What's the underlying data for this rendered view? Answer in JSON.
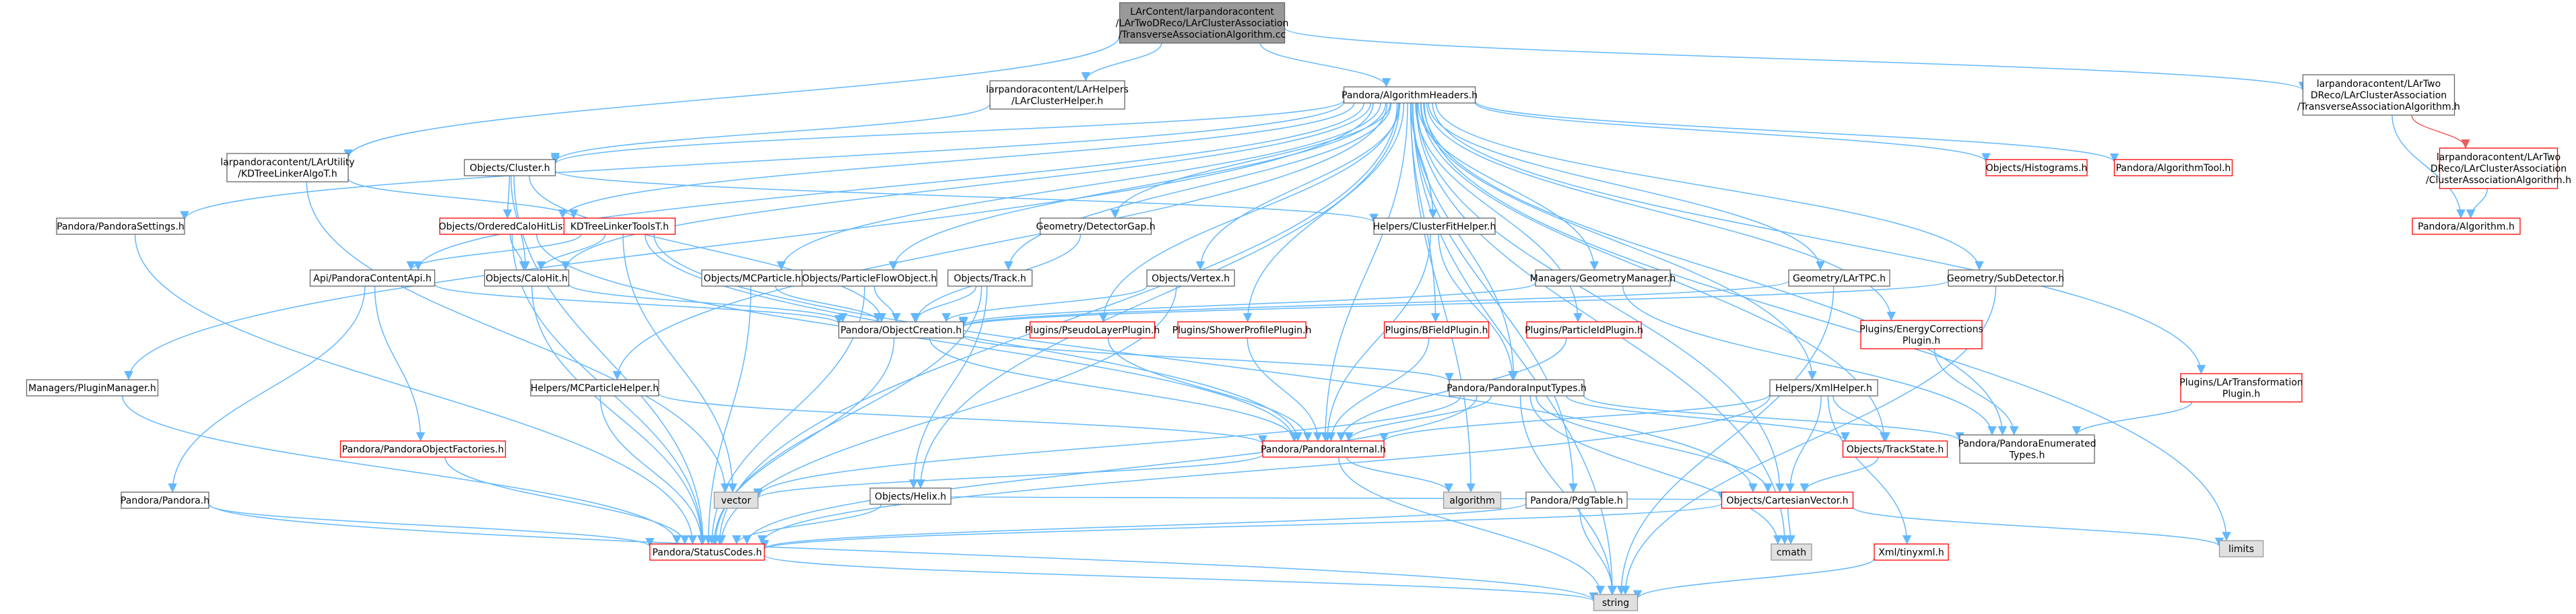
{
  "graph": {
    "colors": {
      "edge": "#63B8FF",
      "edge_red": "#E95F5F",
      "normal_border": "#666666",
      "normal_fill": "#FFFFFF",
      "red_border": "#FF0000",
      "red_fill": "#FFFFFF",
      "root_fill": "#999999",
      "root_border": "#666666",
      "system_fill": "#E0E0E0",
      "system_border": "#999999"
    },
    "nodes": [
      {
        "id": "root",
        "style": "root",
        "lines": [
          "LArContent/larpandoracontent",
          "/LArTwoDReco/LArClusterAssociation",
          "/TransverseAssociationAlgorithm.cc"
        ]
      },
      {
        "id": "lar_cluster_helper",
        "style": "normal",
        "lines": [
          "larpandoracontent/LArHelpers",
          "/LArClusterHelper.h"
        ]
      },
      {
        "id": "algorithm_headers",
        "style": "normal",
        "lines": [
          "Pandora/AlgorithmHeaders.h"
        ]
      },
      {
        "id": "transverse_h",
        "style": "normal",
        "lines": [
          "larpandoracontent/LArTwo",
          "DReco/LArClusterAssociation",
          "/TransverseAssociationAlgorithm.h"
        ]
      },
      {
        "id": "cluster_assoc_h",
        "style": "red",
        "lines": [
          "larpandoracontent/LArTwo",
          "DReco/LArClusterAssociation",
          "/ClusterAssociationAlgorithm.h"
        ]
      },
      {
        "id": "pandora_algorithm_h",
        "style": "red",
        "lines": [
          "Pandora/Algorithm.h"
        ]
      },
      {
        "id": "kdtree_linker_algo",
        "style": "normal",
        "lines": [
          "larpandoracontent/LArUtility",
          "/KDTreeLinkerAlgoT.h"
        ]
      },
      {
        "id": "objects_cluster",
        "style": "normal",
        "lines": [
          "Objects/Cluster.h"
        ]
      },
      {
        "id": "pandora_settings",
        "style": "normal",
        "lines": [
          "Pandora/PandoraSettings.h"
        ]
      },
      {
        "id": "ordered_calo_hit_list",
        "style": "red",
        "lines": [
          "Objects/OrderedCaloHitList.h"
        ]
      },
      {
        "id": "kdtree_linker_tools",
        "style": "red",
        "lines": [
          "KDTreeLinkerToolsT.h"
        ]
      },
      {
        "id": "objects_mcparticle",
        "style": "normal",
        "lines": [
          "Objects/MCParticle.h"
        ]
      },
      {
        "id": "objects_pfo",
        "style": "normal",
        "lines": [
          "Objects/ParticleFlowObject.h"
        ]
      },
      {
        "id": "objects_track",
        "style": "normal",
        "lines": [
          "Objects/Track.h"
        ]
      },
      {
        "id": "geometry_detector_gap",
        "style": "normal",
        "lines": [
          "Geometry/DetectorGap.h"
        ]
      },
      {
        "id": "objects_vertex",
        "style": "normal",
        "lines": [
          "Objects/Vertex.h"
        ]
      },
      {
        "id": "helpers_cluster_fit",
        "style": "normal",
        "lines": [
          "Helpers/ClusterFitHelper.h"
        ]
      },
      {
        "id": "managers_geometry",
        "style": "normal",
        "lines": [
          "Managers/GeometryManager.h"
        ]
      },
      {
        "id": "geometry_lartpc",
        "style": "normal",
        "lines": [
          "Geometry/LArTPC.h"
        ]
      },
      {
        "id": "geometry_subdetector",
        "style": "normal",
        "lines": [
          "Geometry/SubDetector.h"
        ]
      },
      {
        "id": "objects_histograms",
        "style": "red",
        "lines": [
          "Objects/Histograms.h"
        ]
      },
      {
        "id": "pandora_algorithm_tool",
        "style": "red",
        "lines": [
          "Pandora/AlgorithmTool.h"
        ]
      },
      {
        "id": "api_pandora_content",
        "style": "normal",
        "lines": [
          "Api/PandoraContentApi.h"
        ]
      },
      {
        "id": "objects_calo_hit",
        "style": "normal",
        "lines": [
          "Objects/CaloHit.h"
        ]
      },
      {
        "id": "pandora_object_creation",
        "style": "normal",
        "lines": [
          "Pandora/ObjectCreation.h"
        ]
      },
      {
        "id": "plugins_pseudo_layer",
        "style": "red",
        "lines": [
          "Plugins/PseudoLayerPlugin.h"
        ]
      },
      {
        "id": "plugins_shower_profile",
        "style": "red",
        "lines": [
          "Plugins/ShowerProfilePlugin.h"
        ]
      },
      {
        "id": "plugins_bfield",
        "style": "red",
        "lines": [
          "Plugins/BFieldPlugin.h"
        ]
      },
      {
        "id": "plugins_particle_id",
        "style": "red",
        "lines": [
          "Plugins/ParticleIdPlugin.h"
        ]
      },
      {
        "id": "plugins_energy_corrections",
        "style": "red",
        "lines": [
          "Plugins/EnergyCorrections",
          "Plugin.h"
        ]
      },
      {
        "id": "plugins_lar_transformation",
        "style": "red",
        "lines": [
          "Plugins/LArTransformation",
          "Plugin.h"
        ]
      },
      {
        "id": "managers_plugin",
        "style": "normal",
        "lines": [
          "Managers/PluginManager.h"
        ]
      },
      {
        "id": "helpers_mcparticle",
        "style": "normal",
        "lines": [
          "Helpers/MCParticleHelper.h"
        ]
      },
      {
        "id": "pandora_input_types",
        "style": "normal",
        "lines": [
          "Pandora/PandoraInputTypes.h"
        ]
      },
      {
        "id": "helpers_xml",
        "style": "normal",
        "lines": [
          "Helpers/XmlHelper.h"
        ]
      },
      {
        "id": "pandora_object_factories",
        "style": "red",
        "lines": [
          "Pandora/PandoraObjectFactories.h"
        ]
      },
      {
        "id": "pandora_internal",
        "style": "red",
        "lines": [
          "Pandora/PandoraInternal.h"
        ]
      },
      {
        "id": "objects_track_state",
        "style": "red",
        "lines": [
          "Objects/TrackState.h"
        ]
      },
      {
        "id": "pandora_enumerated_types",
        "style": "normal",
        "lines": [
          "Pandora/PandoraEnumerated",
          "Types.h"
        ]
      },
      {
        "id": "objects_helix",
        "style": "normal",
        "lines": [
          "Objects/Helix.h"
        ]
      },
      {
        "id": "vector",
        "style": "system",
        "lines": [
          "vector"
        ]
      },
      {
        "id": "algorithm",
        "style": "system",
        "lines": [
          "algorithm"
        ]
      },
      {
        "id": "objects_cartesian_vector",
        "style": "red",
        "lines": [
          "Objects/CartesianVector.h"
        ]
      },
      {
        "id": "pandora_pandora",
        "style": "normal",
        "lines": [
          "Pandora/Pandora.h"
        ]
      },
      {
        "id": "pandora_pdg_table",
        "style": "normal",
        "lines": [
          "Pandora/PdgTable.h"
        ]
      },
      {
        "id": "limits",
        "style": "system",
        "lines": [
          "limits"
        ]
      },
      {
        "id": "pandora_status_codes",
        "style": "red",
        "lines": [
          "Pandora/StatusCodes.h"
        ]
      },
      {
        "id": "cmath",
        "style": "system",
        "lines": [
          "cmath"
        ]
      },
      {
        "id": "xml_tinyxml",
        "style": "red",
        "lines": [
          "Xml/tinyxml.h"
        ]
      },
      {
        "id": "string",
        "style": "system",
        "lines": [
          "string"
        ]
      }
    ],
    "edges": [
      [
        "root",
        "lar_cluster_helper"
      ],
      [
        "root",
        "algorithm_headers"
      ],
      [
        "root",
        "transverse_h"
      ],
      [
        "root",
        "kdtree_linker_algo"
      ],
      [
        "lar_cluster_helper",
        "objects_cluster"
      ],
      [
        "transverse_h",
        "cluster_assoc_h"
      ],
      [
        "transverse_h",
        "pandora_algorithm_h"
      ],
      [
        "cluster_assoc_h",
        "pandora_algorithm_h"
      ],
      [
        "kdtree_linker_algo",
        "kdtree_linker_tools"
      ],
      [
        "kdtree_linker_algo",
        "vector"
      ],
      [
        "algorithm_headers",
        "managers_plugin"
      ],
      [
        "algorithm_headers",
        "pandora_settings"
      ],
      [
        "algorithm_headers",
        "objects_cluster"
      ],
      [
        "algorithm_headers",
        "ordered_calo_hit_list"
      ],
      [
        "algorithm_headers",
        "api_pandora_content"
      ],
      [
        "algorithm_headers",
        "objects_calo_hit"
      ],
      [
        "algorithm_headers",
        "helpers_mcparticle"
      ],
      [
        "algorithm_headers",
        "objects_mcparticle"
      ],
      [
        "algorithm_headers",
        "objects_pfo"
      ],
      [
        "algorithm_headers",
        "objects_track"
      ],
      [
        "algorithm_headers",
        "geometry_detector_gap"
      ],
      [
        "algorithm_headers",
        "objects_vertex"
      ],
      [
        "algorithm_headers",
        "helpers_cluster_fit"
      ],
      [
        "algorithm_headers",
        "plugins_pseudo_layer"
      ],
      [
        "algorithm_headers",
        "plugins_shower_profile"
      ],
      [
        "algorithm_headers",
        "plugins_bfield"
      ],
      [
        "algorithm_headers",
        "plugins_particle_id"
      ],
      [
        "algorithm_headers",
        "managers_geometry"
      ],
      [
        "algorithm_headers",
        "geometry_lartpc"
      ],
      [
        "algorithm_headers",
        "geometry_subdetector"
      ],
      [
        "algorithm_headers",
        "objects_histograms"
      ],
      [
        "algorithm_headers",
        "pandora_algorithm_tool"
      ],
      [
        "algorithm_headers",
        "plugins_energy_corrections"
      ],
      [
        "algorithm_headers",
        "plugins_lar_transformation"
      ],
      [
        "algorithm_headers",
        "helpers_xml"
      ],
      [
        "algorithm_headers",
        "pandora_input_types"
      ],
      [
        "algorithm_headers",
        "pandora_internal"
      ],
      [
        "algorithm_headers",
        "objects_track_state"
      ],
      [
        "algorithm_headers",
        "pandora_enumerated_types"
      ],
      [
        "algorithm_headers",
        "objects_helix"
      ],
      [
        "algorithm_headers",
        "pandora_pdg_table"
      ],
      [
        "algorithm_headers",
        "algorithm"
      ],
      [
        "algorithm_headers",
        "objects_cartesian_vector"
      ],
      [
        "algorithm_headers",
        "cmath"
      ],
      [
        "algorithm_headers",
        "limits"
      ],
      [
        "algorithm_headers",
        "pandora_status_codes"
      ],
      [
        "algorithm_headers",
        "string"
      ],
      [
        "objects_cluster",
        "ordered_calo_hit_list"
      ],
      [
        "objects_cluster",
        "objects_calo_hit"
      ],
      [
        "objects_cluster",
        "helpers_cluster_fit"
      ],
      [
        "objects_cluster",
        "pandora_object_creation"
      ],
      [
        "objects_cluster",
        "pandora_status_codes"
      ],
      [
        "pandora_settings",
        "pandora_status_codes"
      ],
      [
        "ordered_calo_hit_list",
        "objects_calo_hit"
      ],
      [
        "ordered_calo_hit_list",
        "pandora_internal"
      ],
      [
        "ordered_calo_hit_list",
        "pandora_status_codes"
      ],
      [
        "kdtree_linker_tools",
        "objects_calo_hit"
      ],
      [
        "kdtree_linker_tools",
        "api_pandora_content"
      ],
      [
        "kdtree_linker_tools",
        "objects_cartesian_vector"
      ],
      [
        "kdtree_linker_tools",
        "vector"
      ],
      [
        "kdtree_linker_tools",
        "pandora_internal"
      ],
      [
        "objects_mcparticle",
        "pandora_object_creation"
      ],
      [
        "objects_mcparticle",
        "pandora_status_codes"
      ],
      [
        "objects_pfo",
        "pandora_object_creation"
      ],
      [
        "objects_pfo",
        "pandora_status_codes"
      ],
      [
        "objects_track",
        "pandora_object_creation"
      ],
      [
        "objects_track",
        "objects_helix"
      ],
      [
        "objects_track",
        "pandora_status_codes"
      ],
      [
        "geometry_detector_gap",
        "pandora_object_creation"
      ],
      [
        "objects_vertex",
        "pandora_object_creation"
      ],
      [
        "objects_vertex",
        "pandora_status_codes"
      ],
      [
        "helpers_cluster_fit",
        "pandora_input_types"
      ],
      [
        "helpers_cluster_fit",
        "pandora_internal"
      ],
      [
        "managers_geometry",
        "pandora_object_creation"
      ],
      [
        "managers_geometry",
        "pandora_enumerated_types"
      ],
      [
        "geometry_lartpc",
        "pandora_object_creation"
      ],
      [
        "geometry_lartpc",
        "string"
      ],
      [
        "geometry_subdetector",
        "pandora_object_creation"
      ],
      [
        "geometry_subdetector",
        "string"
      ],
      [
        "api_pandora_content",
        "pandora_object_creation"
      ],
      [
        "api_pandora_content",
        "pandora_object_factories"
      ],
      [
        "api_pandora_content",
        "pandora_pandora"
      ],
      [
        "objects_calo_hit",
        "pandora_object_creation"
      ],
      [
        "objects_calo_hit",
        "pandora_status_codes"
      ],
      [
        "pandora_object_creation",
        "pandora_input_types"
      ],
      [
        "pandora_object_creation",
        "pandora_internal"
      ],
      [
        "pandora_object_creation",
        "pandora_status_codes"
      ],
      [
        "plugins_pseudo_layer",
        "pandora_internal"
      ],
      [
        "plugins_shower_profile",
        "pandora_internal"
      ],
      [
        "plugins_bfield",
        "pandora_internal"
      ],
      [
        "plugins_particle_id",
        "pandora_internal"
      ],
      [
        "plugins_energy_corrections",
        "pandora_enumerated_types"
      ],
      [
        "plugins_lar_transformation",
        "pandora_enumerated_types"
      ],
      [
        "managers_plugin",
        "pandora_status_codes"
      ],
      [
        "helpers_mcparticle",
        "pandora_internal"
      ],
      [
        "helpers_mcparticle",
        "pandora_status_codes"
      ],
      [
        "pandora_input_types",
        "objects_cartesian_vector"
      ],
      [
        "pandora_input_types",
        "objects_track_state"
      ],
      [
        "pandora_input_types",
        "pandora_enumerated_types"
      ],
      [
        "pandora_input_types",
        "pandora_internal"
      ],
      [
        "pandora_input_types",
        "pandora_status_codes"
      ],
      [
        "pandora_input_types",
        "string"
      ],
      [
        "pandora_input_types",
        "cmath"
      ],
      [
        "pandora_input_types",
        "vector"
      ],
      [
        "helpers_xml",
        "objects_cartesian_vector"
      ],
      [
        "helpers_xml",
        "objects_track_state"
      ],
      [
        "helpers_xml",
        "pandora_internal"
      ],
      [
        "helpers_xml",
        "pandora_status_codes"
      ],
      [
        "helpers_xml",
        "xml_tinyxml"
      ],
      [
        "pandora_object_factories",
        "pandora_status_codes"
      ],
      [
        "pandora_internal",
        "vector"
      ],
      [
        "pandora_internal",
        "algorithm"
      ],
      [
        "pandora_internal",
        "string"
      ],
      [
        "objects_track_state",
        "objects_cartesian_vector"
      ],
      [
        "objects_helix",
        "objects_cartesian_vector"
      ],
      [
        "objects_helix",
        "pandora_status_codes"
      ],
      [
        "objects_cartesian_vector",
        "pandora_status_codes"
      ],
      [
        "objects_cartesian_vector",
        "cmath"
      ],
      [
        "objects_cartesian_vector",
        "limits"
      ],
      [
        "pandora_pandora",
        "pandora_status_codes"
      ],
      [
        "pandora_pandora",
        "string"
      ],
      [
        "pandora_pdg_table",
        "pandora_status_codes"
      ],
      [
        "pandora_pdg_table",
        "string"
      ],
      [
        "pandora_status_codes",
        "string"
      ],
      [
        "xml_tinyxml",
        "string"
      ]
    ]
  }
}
